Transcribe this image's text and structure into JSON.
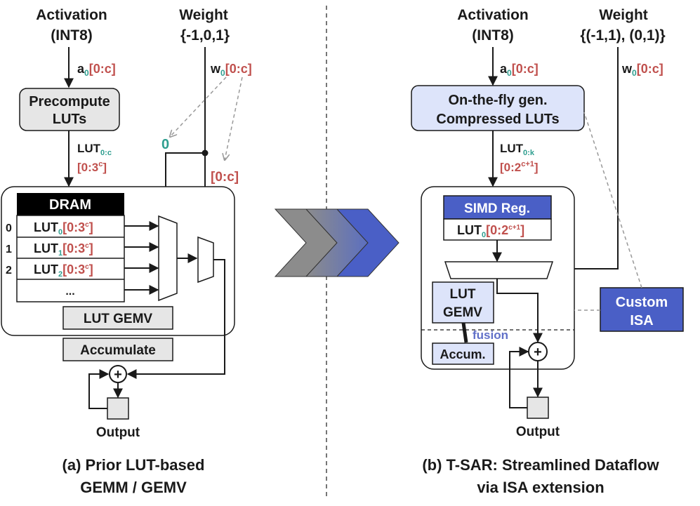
{
  "colors": {
    "red": "#c0504d",
    "teal": "#2e9e8f",
    "blue": "#4a5fc6",
    "light_blue": "#dde4fa",
    "gray_box": "#e6e6e6",
    "dark": "#1a1a1a"
  },
  "left": {
    "activation": "Activation",
    "activation_type": "(INT8)",
    "weight": "Weight",
    "weight_values": "{-1,0,1}",
    "a_label": "a",
    "a_sub": "0",
    "a_range": "[0:c]",
    "w_label": "w",
    "w_sub": "0",
    "w_range": "[0:c]",
    "precompute_line1": "Precompute",
    "precompute_line2": "LUTs",
    "lut_label": "LUT",
    "lut_sub": "0:c",
    "lut_range_a": "[0:3",
    "lut_range_sup": "c",
    "lut_range_b": "]",
    "zero": "0",
    "idx_range": "[0:c]",
    "dram": "DRAM",
    "rows": [
      {
        "index": "0",
        "label": "LUT",
        "sub": "0",
        "range_a": "[0:3",
        "sup": "c",
        "range_b": "]"
      },
      {
        "index": "1",
        "label": "LUT",
        "sub": "1",
        "range_a": "[0:3",
        "sup": "c",
        "range_b": "]"
      },
      {
        "index": "2",
        "label": "LUT",
        "sub": "2",
        "range_a": "[0:3",
        "sup": "c",
        "range_b": "]"
      }
    ],
    "ellipsis": "...",
    "lut_gemv": "LUT GEMV",
    "accumulate": "Accumulate",
    "plus": "+",
    "output": "Output",
    "caption_line1": "(a) Prior LUT-based",
    "caption_line2": "GEMM / GEMV"
  },
  "right": {
    "activation": "Activation",
    "activation_type": "(INT8)",
    "weight": "Weight",
    "weight_values": "{(-1,1), (0,1)}",
    "a_label": "a",
    "a_sub": "0",
    "a_range": "[0:c]",
    "w_label": "w",
    "w_sub": "0",
    "w_range": "[0:c]",
    "gen_line1": "On-the-fly gen.",
    "gen_line2": "Compressed LUTs",
    "lut_label": "LUT",
    "lut_sub": "0:k",
    "lut_range_a": "[0:2",
    "lut_range_sup": "c+1",
    "lut_range_b": "]",
    "simd": "SIMD Reg.",
    "simd_row_label": "LUT",
    "simd_row_sub": "0",
    "simd_row_range_a": "[0:2",
    "simd_row_sup": "c+1",
    "simd_row_range_b": "]",
    "lut_gemv_line1": "LUT",
    "lut_gemv_line2": "GEMV",
    "fusion": "fusion",
    "accum": "Accum.",
    "plus": "+",
    "custom_isa_line1": "Custom",
    "custom_isa_line2": "ISA",
    "output": "Output",
    "caption_line1": "(b) T-SAR: Streamlined Dataflow",
    "caption_line2": "via ISA extension"
  }
}
